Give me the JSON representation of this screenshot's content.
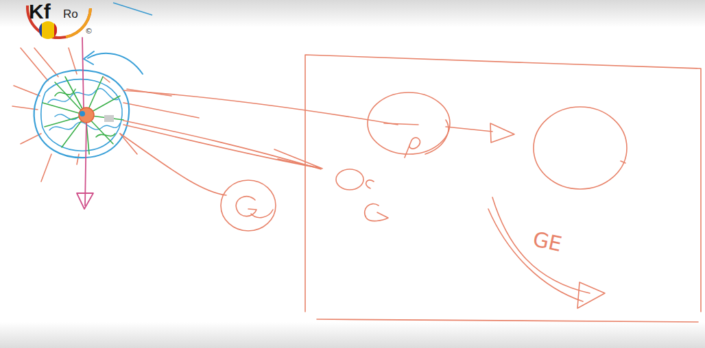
{
  "diagram": {
    "labels": [
      "Kf",
      "Ro",
      "©",
      "GE"
    ]
  }
}
